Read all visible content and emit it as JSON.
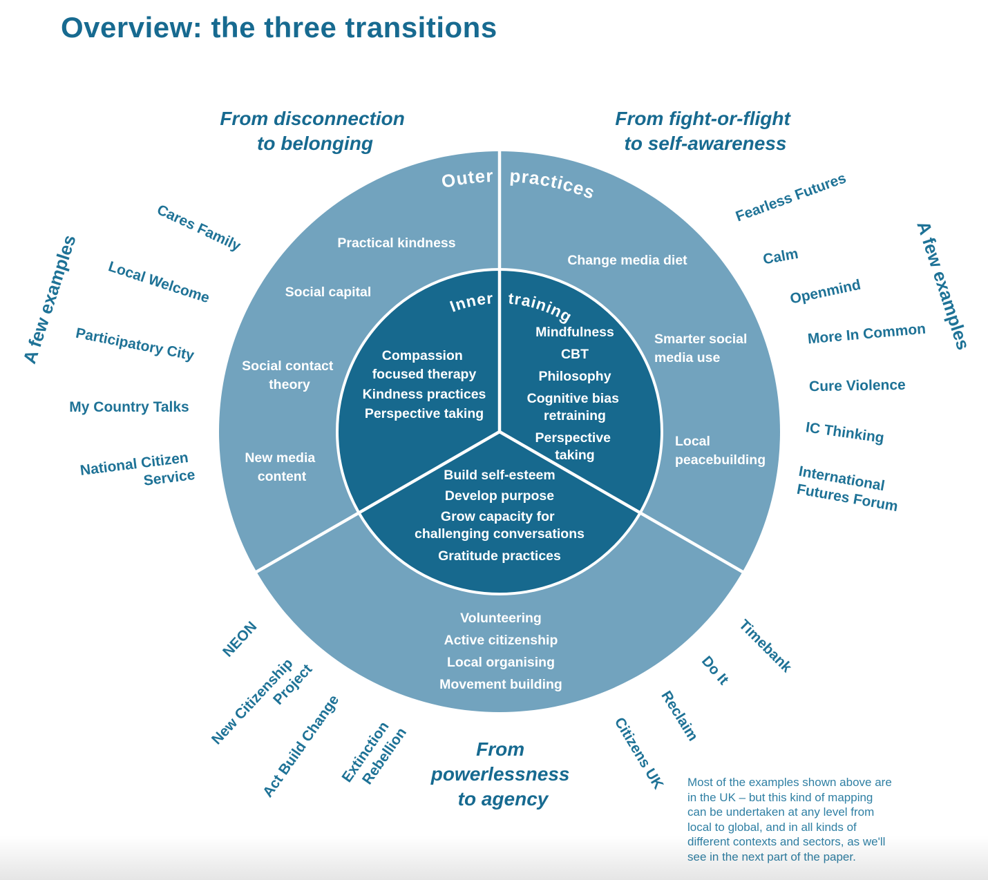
{
  "title": "Overview: the three transitions",
  "ring_labels": {
    "outer": [
      "Outer",
      "practices"
    ],
    "inner": [
      "Inner",
      "training"
    ]
  },
  "transitions": {
    "belonging": [
      "From disconnection",
      "to belonging"
    ],
    "awareness": [
      "From fight-or-flight",
      "to self-awareness"
    ],
    "agency": [
      "From",
      "powerlessness",
      "to agency"
    ]
  },
  "outer_practices": {
    "belonging": [
      [
        "Practical kindness"
      ],
      [
        "Social capital"
      ],
      [
        "Social contact",
        "theory"
      ],
      [
        "New media",
        "content"
      ]
    ],
    "awareness": [
      [
        "Change media diet"
      ],
      [
        "Smarter social",
        "media use"
      ],
      [
        "Local",
        "peacebuilding"
      ]
    ],
    "agency": [
      [
        "Volunteering"
      ],
      [
        "Active citizenship"
      ],
      [
        "Local organising"
      ],
      [
        "Movement building"
      ]
    ]
  },
  "inner_training": {
    "belonging": [
      [
        "Compassion",
        "focused therapy"
      ],
      [
        "Kindness practices"
      ],
      [
        "Perspective taking"
      ]
    ],
    "awareness": [
      [
        "Mindfulness"
      ],
      [
        "CBT"
      ],
      [
        "Philosophy"
      ],
      [
        "Cognitive bias",
        "retraining"
      ],
      [
        "Perspective",
        "taking"
      ]
    ],
    "agency": [
      [
        "Build self-esteem"
      ],
      [
        "Develop purpose"
      ],
      [
        "Grow capacity for",
        "challenging conversations"
      ],
      [
        "Gratitude practices"
      ]
    ]
  },
  "examples": {
    "heading_left": "A few examples",
    "heading_right": "A few examples",
    "belonging": [
      [
        "Cares Family"
      ],
      [
        "Local Welcome"
      ],
      [
        "Participatory City"
      ],
      [
        "My Country Talks"
      ],
      [
        "National Citizen",
        "Service"
      ]
    ],
    "awareness": [
      [
        "Fearless Futures"
      ],
      [
        "Calm"
      ],
      [
        "Openmind"
      ],
      [
        "More In Common"
      ],
      [
        "Cure Violence"
      ],
      [
        "IC Thinking"
      ],
      [
        "International",
        "Futures Forum"
      ]
    ],
    "agency": [
      [
        "NEON"
      ],
      [
        "New Citizenship",
        "Project"
      ],
      [
        "Act Build Change"
      ],
      [
        "Extinction",
        "Rebellion"
      ],
      [
        "Citizens UK"
      ],
      [
        "Reclaim"
      ],
      [
        "Do It"
      ],
      [
        "Timebank"
      ]
    ]
  },
  "footnote_lines": [
    "Most of the examples shown above are",
    "in the UK –  but this kind of mapping",
    "can be undertaken at any level from",
    "local to global, and in all kinds of",
    "different contexts and sectors, as we'll",
    "see in the next part of the paper."
  ],
  "colors": {
    "outer_ring": "#72a3be",
    "inner_circle": "#17698e",
    "heading_teal": "#176a90",
    "example_teal": "#1e7296",
    "footnote_teal": "#2f7fa3"
  }
}
